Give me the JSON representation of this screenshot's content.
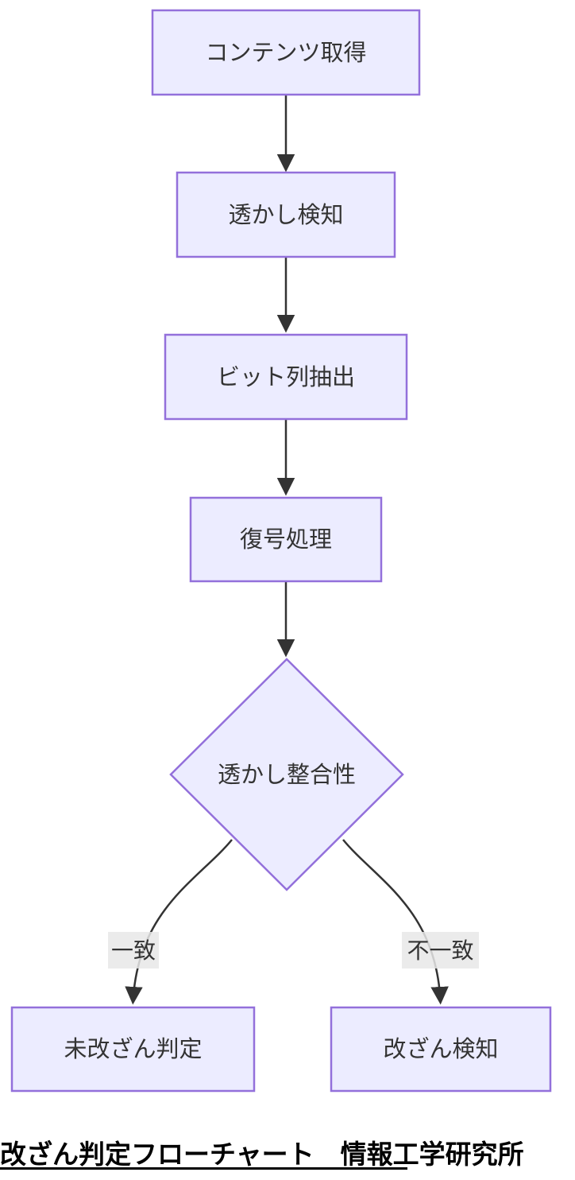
{
  "diagram": {
    "type": "flowchart",
    "direction": "top-down",
    "colors": {
      "node_fill": "#ECECFF",
      "node_border": "#9370DB",
      "edge_stroke": "#333333",
      "edge_label_background": "#e8e8e8",
      "node_text": "#333333",
      "caption_text": "#000000",
      "canvas_background": "#ffffff"
    },
    "nodes": [
      {
        "id": "A",
        "shape": "rect",
        "label": "コンテンツ取得"
      },
      {
        "id": "B",
        "shape": "rect",
        "label": "透かし検知"
      },
      {
        "id": "C",
        "shape": "rect",
        "label": "ビット列抽出"
      },
      {
        "id": "D",
        "shape": "rect",
        "label": "復号処理"
      },
      {
        "id": "E",
        "shape": "diamond",
        "label": "透かし整合性"
      },
      {
        "id": "F",
        "shape": "rect",
        "label": "未改ざん判定"
      },
      {
        "id": "G",
        "shape": "rect",
        "label": "改ざん検知"
      }
    ],
    "edges": [
      {
        "from": "コンテンツ取得",
        "to": "透かし検知",
        "label": ""
      },
      {
        "from": "透かし検知",
        "to": "ビット列抽出",
        "label": ""
      },
      {
        "from": "ビット列抽出",
        "to": "復号処理",
        "label": ""
      },
      {
        "from": "復号処理",
        "to": "透かし整合性",
        "label": ""
      },
      {
        "from": "透かし整合性",
        "to": "未改ざん判定",
        "label": "一致"
      },
      {
        "from": "透かし整合性",
        "to": "改ざん検知",
        "label": "不一致"
      }
    ],
    "caption": "改ざん判定フローチャート　情報工学研究所"
  }
}
